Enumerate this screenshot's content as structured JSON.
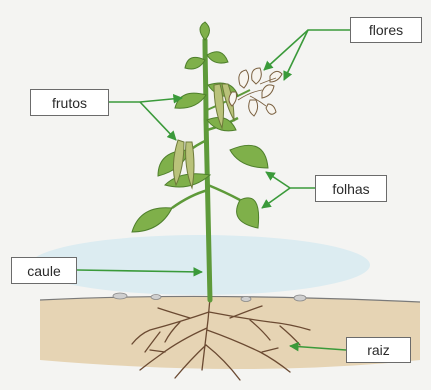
{
  "labels": {
    "flores": "flores",
    "frutos": "frutos",
    "folhas": "folhas",
    "caule": "caule",
    "raiz": "raiz"
  },
  "colors": {
    "leader": "#3a9a3a",
    "leaf": "#7fb04a",
    "leaf_dark": "#4e7f2c",
    "stem": "#5e9a3a",
    "pod": "#b9c27a",
    "soil": "#e6d4b4",
    "root": "#6b4a32",
    "sky_wash": "#d6eaf0"
  }
}
